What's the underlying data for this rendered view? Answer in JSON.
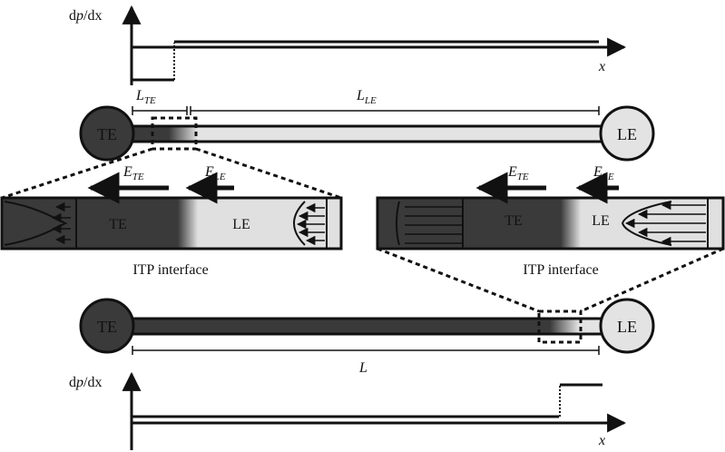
{
  "top_plot": {
    "ylabel_pre": "d",
    "ylabel_p": "p",
    "ylabel_post": "/dx",
    "xlabel": "x"
  },
  "top_channel": {
    "left_reservoir": "TE",
    "right_reservoir": "LE",
    "dim_left": {
      "main": "L",
      "sub": "TE"
    },
    "dim_right": {
      "main": "L",
      "sub": "LE"
    }
  },
  "zoom_left": {
    "arrow1": {
      "main": "E",
      "sub": "TE"
    },
    "arrow2": {
      "main": "E",
      "sub": "LE"
    },
    "region1": "TE",
    "region2": "LE",
    "caption": "ITP interface"
  },
  "zoom_right": {
    "arrow1": {
      "main": "E",
      "sub": "TE"
    },
    "arrow2": {
      "main": "E",
      "sub": "LE"
    },
    "region1": "TE",
    "region2": "LE",
    "caption": "ITP interface"
  },
  "bottom_channel": {
    "left_reservoir": "TE",
    "right_reservoir": "LE",
    "dim": "L"
  },
  "bottom_plot": {
    "ylabel_pre": "d",
    "ylabel_p": "p",
    "ylabel_post": "/dx",
    "xlabel": "x"
  },
  "colors": {
    "te_dark": "#3a3a3a",
    "le_light": "#e3e3e3",
    "outline": "#111111"
  }
}
